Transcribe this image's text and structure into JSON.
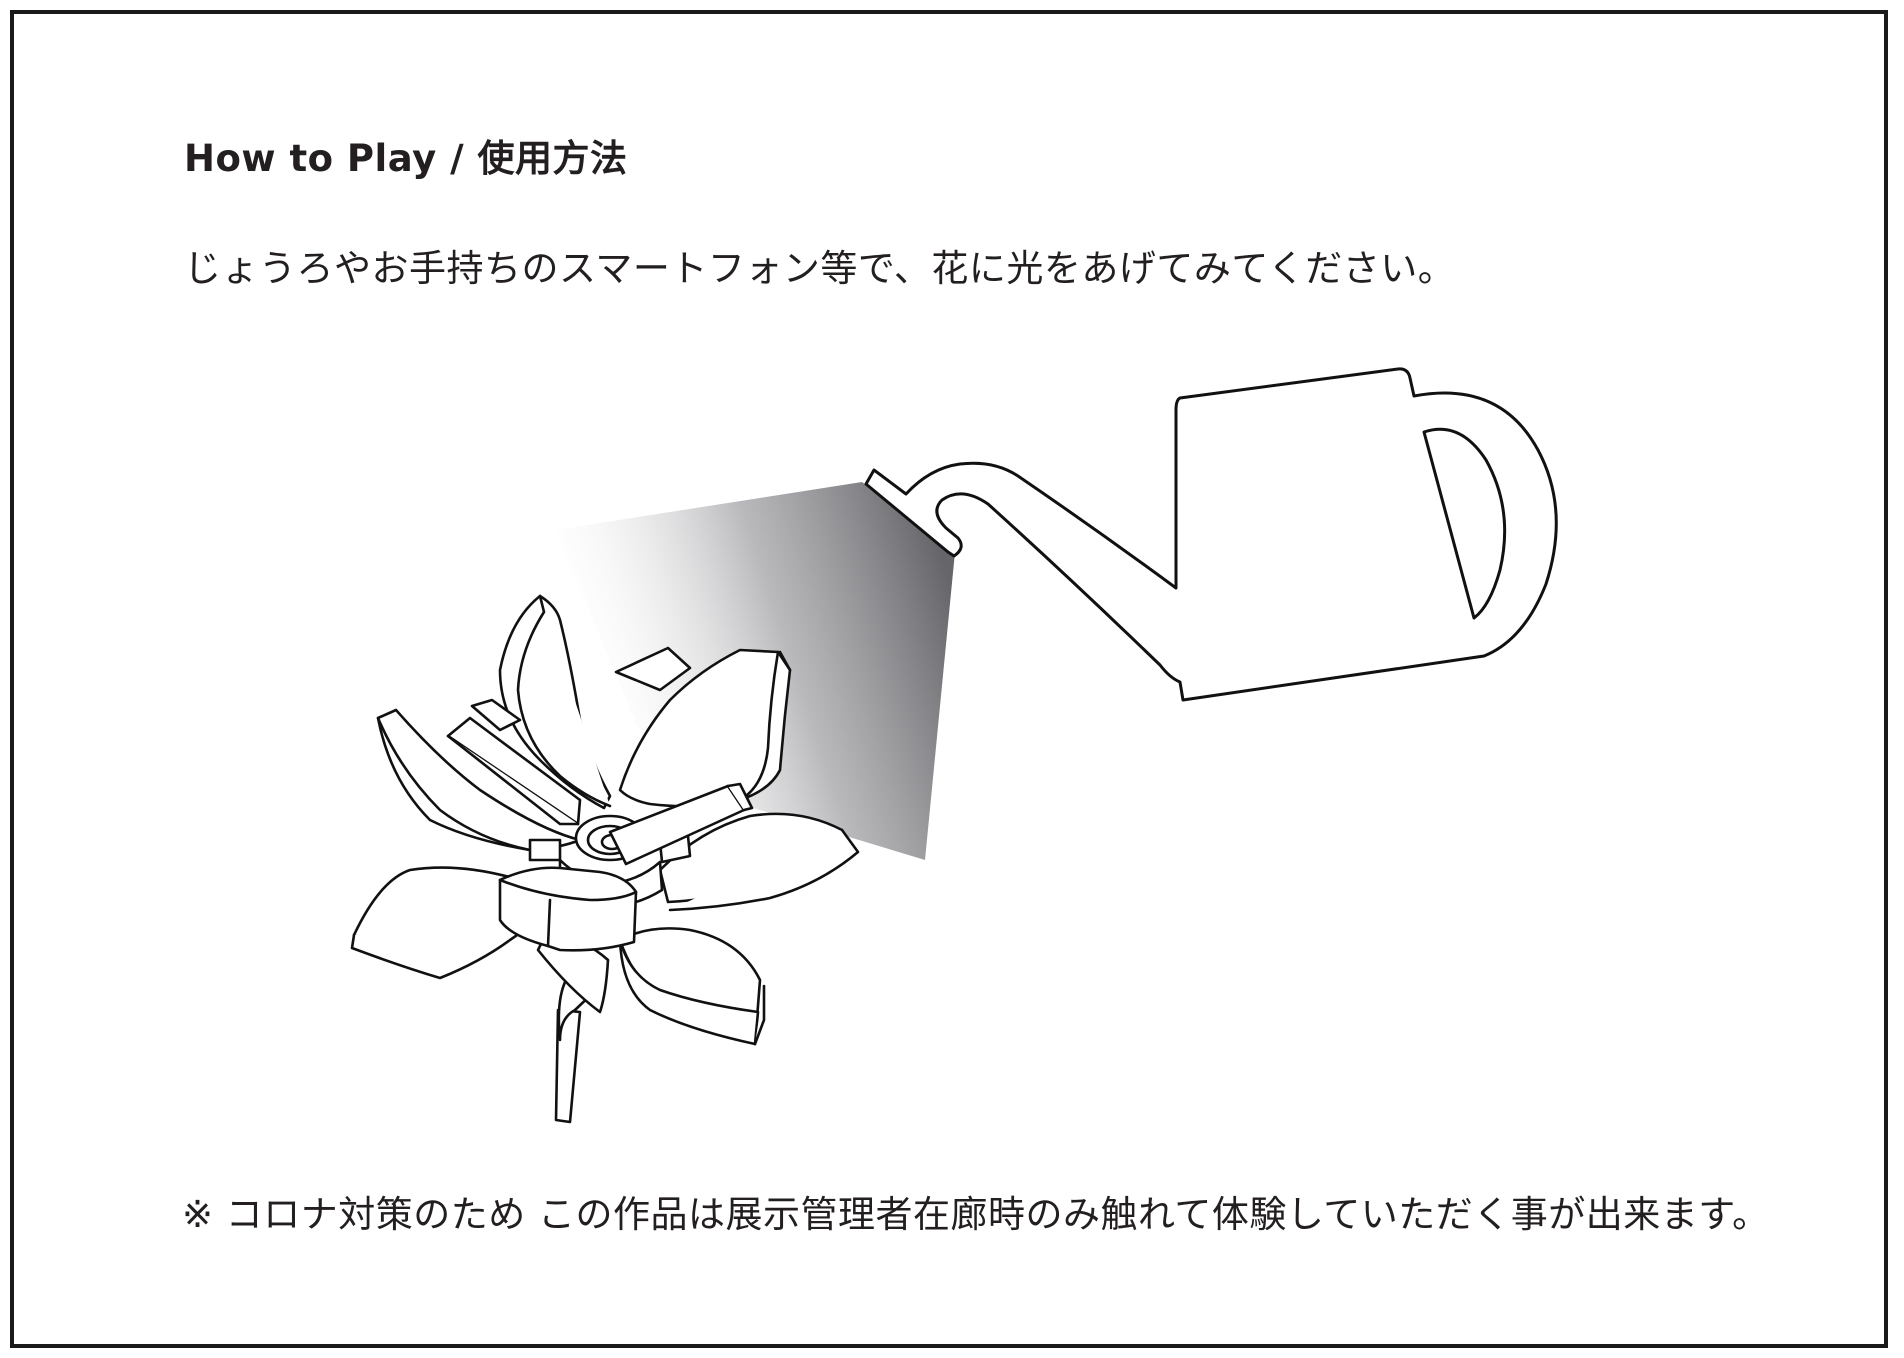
{
  "heading": {
    "text": "How to Play  / 使用方法"
  },
  "instruction": {
    "text": "じょうろやお手持ちのスマートフォン等で、花に光をあげてみてください。"
  },
  "note": {
    "text": "※ コロナ対策のため この作品は展示管理者在廊時のみ触れて体験していただく事が出来ます。"
  },
  "illustration": {
    "watering_can": "watering-can-illustration",
    "light_beam": "light-beam-illustration",
    "flower": "flower-illustration",
    "line_color": "#111111",
    "beam_color": "#6b6b6d"
  }
}
